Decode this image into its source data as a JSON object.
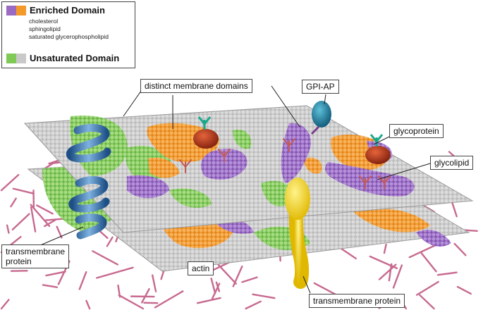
{
  "legend": {
    "enriched": {
      "title": "Enriched Domain",
      "items": [
        "cholesterol",
        "sphingolipid",
        "saturated glycerophospholipid"
      ],
      "colors": [
        "#9b6bc4",
        "#f39a2a"
      ]
    },
    "unsaturated": {
      "title": "Unsaturated Domain",
      "colors": [
        "#7fca55",
        "#c9c9c9"
      ]
    }
  },
  "labels": {
    "distinct_domains": "distinct membrane domains",
    "gpi_ap": "GPI-AP",
    "glycoprotein": "glycoprotein",
    "glycolipid": "glycolipid",
    "tm_protein_left_line1": "transmembrane",
    "tm_protein_left_line2": "protein",
    "actin": "actin",
    "tm_protein_bottom": "transmembrane protein"
  },
  "colors": {
    "membrane": "#c9c9c9",
    "enriched_purple": "#9b6bc4",
    "enriched_orange": "#f39a2a",
    "unsaturated_green": "#7fca55",
    "actin": "#c7698f",
    "helix": "#3a7ab8",
    "gpi": "#1e7fa0",
    "glycoprotein": "#b8381e",
    "yellow_protein": "#f2d81a"
  }
}
